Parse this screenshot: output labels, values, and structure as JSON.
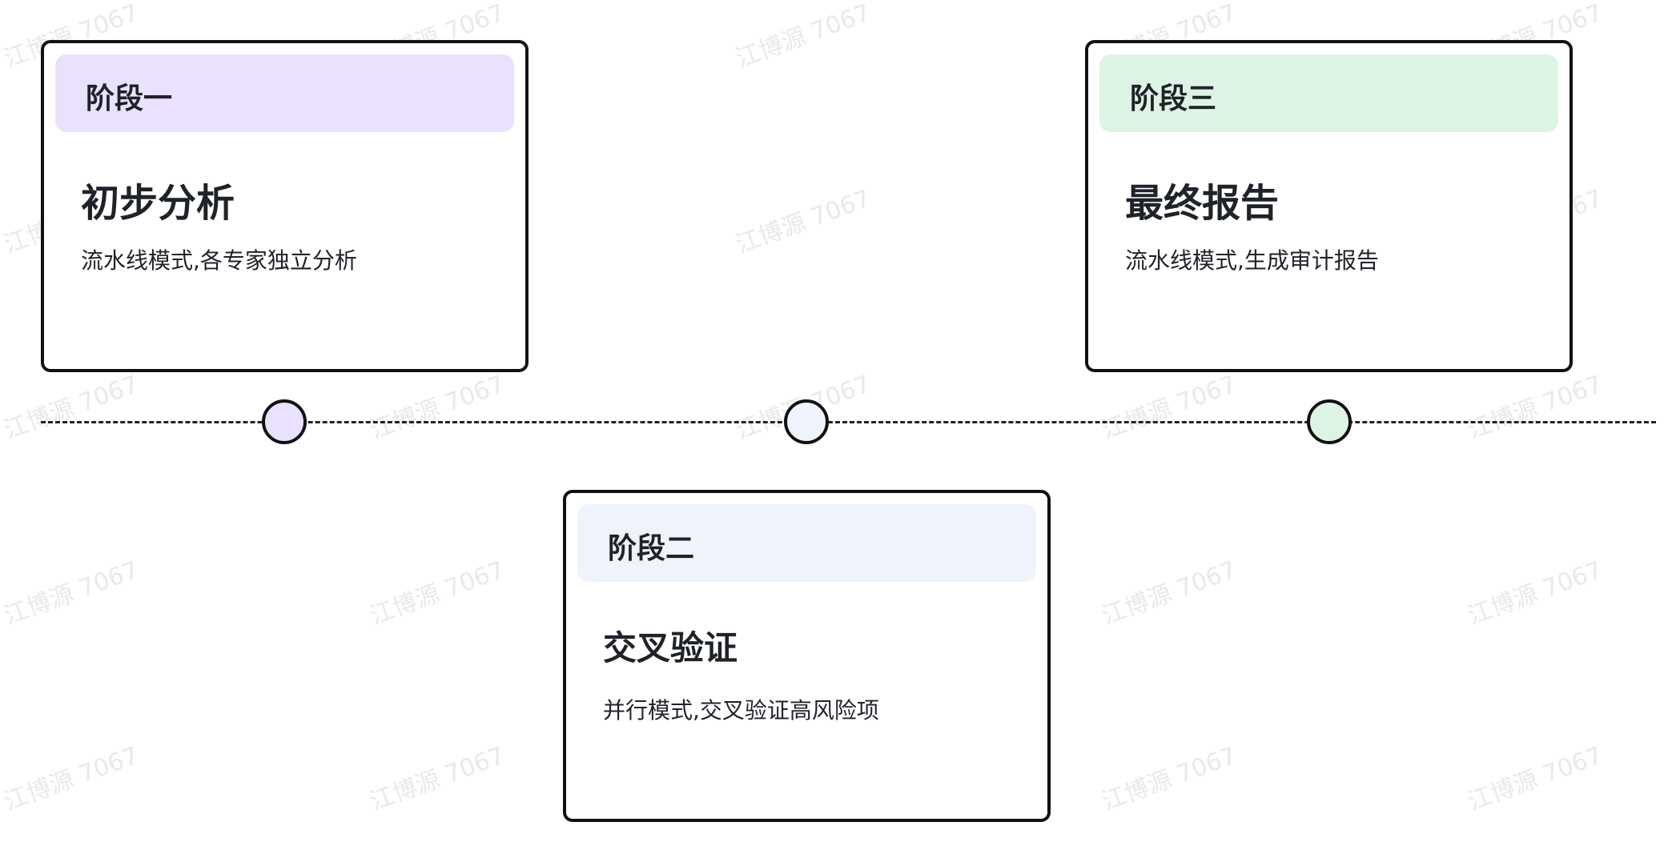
{
  "watermark": "江博源 7067",
  "colors": {
    "stage1": "#e9e1fd",
    "stage2": "#eef3fc",
    "stage3": "#ddf4e4",
    "border": "#111111",
    "text": "#1f2329"
  },
  "stages": [
    {
      "label": "阶段一",
      "title": "初步分析",
      "description": "流水线模式,各专家独立分析"
    },
    {
      "label": "阶段二",
      "title": "交叉验证",
      "description": "并行模式,交叉验证高风险项"
    },
    {
      "label": "阶段三",
      "title": "最终报告",
      "description": "流水线模式,生成审计报告"
    }
  ]
}
